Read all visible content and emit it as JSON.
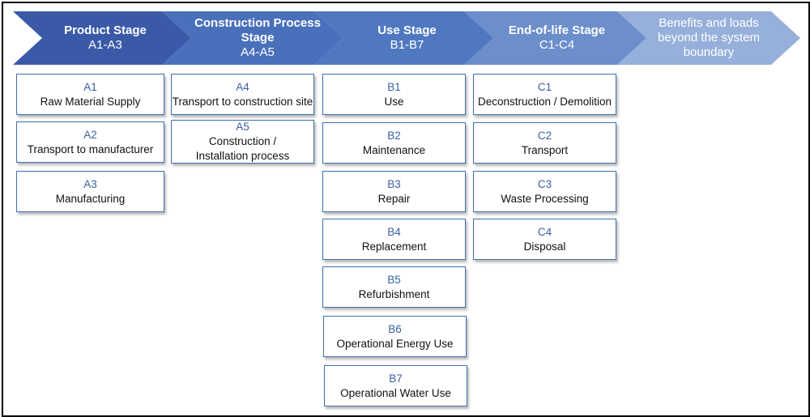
{
  "colors": {
    "stage_a": "#3a5aa8",
    "stage_a4": "#4a70bb",
    "stage_b": "#4f78c0",
    "stage_c": "#6c8ecb",
    "stage_d": "#97b0db",
    "box_border": "#3f6fb0",
    "code_text": "#3a5fa0"
  },
  "stages": [
    {
      "name": "Product Stage",
      "code": "A1-A3"
    },
    {
      "name": "Construction Process Stage",
      "code": "A4-A5"
    },
    {
      "name": "Use Stage",
      "code": "B1-B7"
    },
    {
      "name": "End-of-life Stage",
      "code": "C1-C4"
    },
    {
      "name": "Benefits and loads beyond the system boundary",
      "code": ""
    }
  ],
  "modules": {
    "A1": {
      "code": "A1",
      "label": "Raw Material Supply"
    },
    "A2": {
      "code": "A2",
      "label": "Transport to manufacturer"
    },
    "A3": {
      "code": "A3",
      "label": "Manufacturing"
    },
    "A4": {
      "code": "A4",
      "label": "Transport to construction site"
    },
    "A5": {
      "code": "A5",
      "label": "Construction / Installation process"
    },
    "B1": {
      "code": "B1",
      "label": "Use"
    },
    "B2": {
      "code": "B2",
      "label": "Maintenance"
    },
    "B3": {
      "code": "B3",
      "label": "Repair"
    },
    "B4": {
      "code": "B4",
      "label": "Replacement"
    },
    "B5": {
      "code": "B5",
      "label": "Refurbishment"
    },
    "B6": {
      "code": "B6",
      "label": "Operational Energy Use"
    },
    "B7": {
      "code": "B7",
      "label": "Operational Water Use"
    },
    "C1": {
      "code": "C1",
      "label": "Deconstruction / Demolition"
    },
    "C2": {
      "code": "C2",
      "label": "Transport"
    },
    "C3": {
      "code": "C3",
      "label": "Waste Processing"
    },
    "C4": {
      "code": "C4",
      "label": "Disposal"
    }
  }
}
